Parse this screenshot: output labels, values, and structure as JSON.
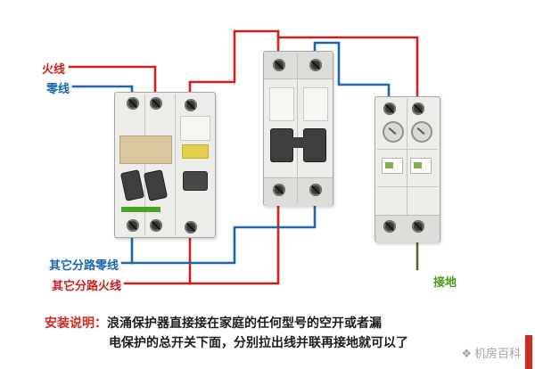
{
  "labels": {
    "live": "火线",
    "neutral": "零线",
    "branch_neutral": "其它分路零线",
    "branch_live": "其它分路火线",
    "ground": "接地"
  },
  "instructions": {
    "title": "安装说明：",
    "line1": "浪涌保护器直接接在家庭的任何型号的空开或者漏",
    "line2": "电保护的总开关下面，分别拉出线并联再接地就可以了"
  },
  "watermark": {
    "icon": "❖",
    "brand": "机房百科"
  },
  "colors": {
    "wire_live": "#cf1f1c",
    "wire_neutral": "#1b67ae",
    "wire_ground": "#5c6b2a",
    "label_ground": "#46991b",
    "accent_bar": "#d02a24",
    "watermark_gray": "#a0a0a0"
  }
}
